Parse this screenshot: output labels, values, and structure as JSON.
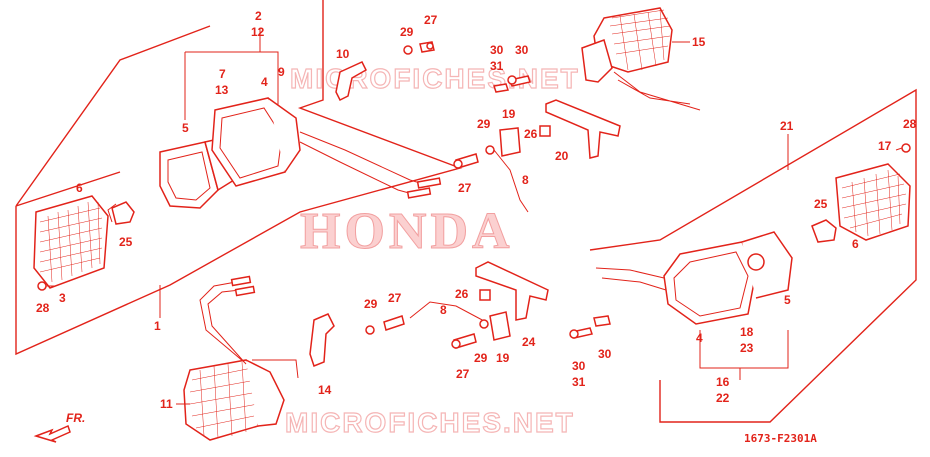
{
  "diagram": {
    "brand_watermark": "HONDA",
    "site_watermark_top": "MICROFICHES.NET",
    "site_watermark_bottom": "MICROFICHES.NET",
    "diagram_code": "1673-F2301A",
    "direction_label": "FR.",
    "accent_color": "#e2231a",
    "labels": {
      "l2": "2",
      "l12": "12",
      "l7": "7",
      "l4": "4",
      "l9": "9",
      "l13": "13",
      "l5a": "5",
      "l6a": "6",
      "l25a": "25",
      "l3": "3",
      "l28a": "28",
      "l1": "1",
      "l10": "10",
      "l29a": "29",
      "l27a": "27",
      "l30a": "30",
      "l30b": "30",
      "l31a": "31",
      "l15": "15",
      "l19a": "19",
      "l29b": "29",
      "l26a": "26",
      "l20": "20",
      "l27b": "27",
      "l8a": "8",
      "l21": "21",
      "l28b": "28",
      "l17": "17",
      "l25b": "25",
      "l6b": "6",
      "l5b": "5",
      "l18": "18",
      "l23": "23",
      "l4b": "4",
      "l16": "16",
      "l22": "22",
      "l30c": "30",
      "l31b": "31",
      "l30d": "30",
      "l26b": "26",
      "l24": "24",
      "l29c": "29",
      "l27c": "27",
      "l8b": "8",
      "l29d": "29",
      "l19b": "19",
      "l27d": "27",
      "l11": "11",
      "l14": "14"
    }
  }
}
